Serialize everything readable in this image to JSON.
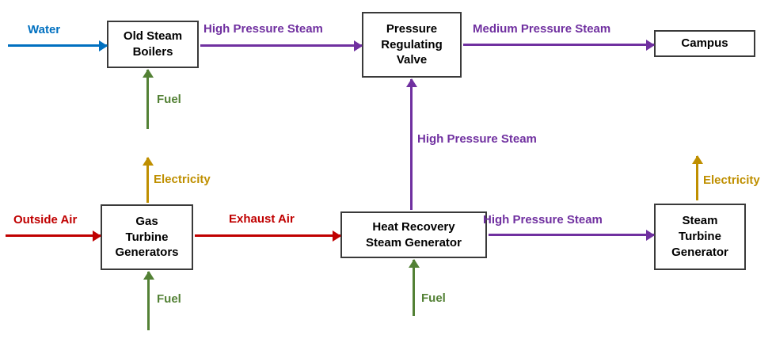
{
  "colors": {
    "blue": "#0070C0",
    "purple": "#7030A0",
    "green": "#538135",
    "gold": "#BF8F00",
    "red": "#C00000",
    "box_border": "#3A3A3A",
    "box_text": "#000000",
    "background": "#FFFFFF"
  },
  "nodes": {
    "old_steam_boilers": {
      "label": "Old Steam\nBoilers"
    },
    "pressure_regulating_valve": {
      "label": "Pressure\nRegulating\nValve"
    },
    "campus": {
      "label": "Campus"
    },
    "gas_turbine_generators": {
      "label": "Gas\nTurbine\nGenerators"
    },
    "heat_recovery_steam_generator": {
      "label": "Heat Recovery\nSteam Generator"
    },
    "steam_turbine_generator": {
      "label": "Steam\nTurbine\nGenerator"
    }
  },
  "flows": {
    "water": {
      "label": "Water",
      "color": "blue",
      "from": "external",
      "to": "old_steam_boilers"
    },
    "high_pressure_steam_boilers": {
      "label": "High Pressure Steam",
      "color": "purple",
      "from": "old_steam_boilers",
      "to": "pressure_regulating_valve"
    },
    "medium_pressure_steam": {
      "label": "Medium Pressure Steam",
      "color": "purple",
      "from": "pressure_regulating_valve",
      "to": "campus"
    },
    "fuel_boilers": {
      "label": "Fuel",
      "color": "green",
      "from": "external",
      "to": "old_steam_boilers"
    },
    "electricity_gtg": {
      "label": "Electricity",
      "color": "gold",
      "from": "gas_turbine_generators",
      "to": "external"
    },
    "outside_air": {
      "label": "Outside Air",
      "color": "red",
      "from": "external",
      "to": "gas_turbine_generators"
    },
    "exhaust_air": {
      "label": "Exhaust Air",
      "color": "red",
      "from": "gas_turbine_generators",
      "to": "heat_recovery_steam_generator"
    },
    "fuel_gtg": {
      "label": "Fuel",
      "color": "green",
      "from": "external",
      "to": "gas_turbine_generators"
    },
    "high_pressure_steam_prv": {
      "label": "High Pressure Steam",
      "color": "purple",
      "from": "heat_recovery_steam_generator",
      "to": "pressure_regulating_valve"
    },
    "high_pressure_steam_stg": {
      "label": "High Pressure Steam",
      "color": "purple",
      "from": "heat_recovery_steam_generator",
      "to": "steam_turbine_generator"
    },
    "fuel_hrsg": {
      "label": "Fuel",
      "color": "green",
      "from": "external",
      "to": "heat_recovery_steam_generator"
    },
    "electricity_stg": {
      "label": "Electricity",
      "color": "gold",
      "from": "steam_turbine_generator",
      "to": "external"
    }
  }
}
